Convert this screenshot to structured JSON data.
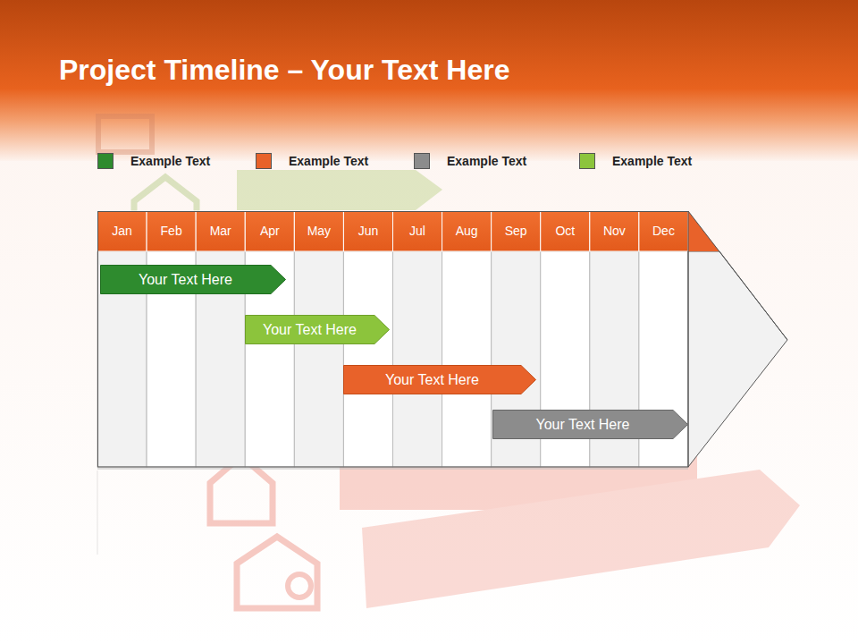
{
  "diagram": {
    "title": "Project Timeline – Your Text Here",
    "nodes": [
      {
        "text": [
          "Your Text Here"
        ]
      },
      {
        "text": [
          "Your Text Here"
        ]
      },
      {
        "text": [
          "Your Text Here"
        ]
      },
      {
        "text": [
          "Your Text Here"
        ]
      }
    ],
    "labels": [
      "Jan",
      "Feb",
      "Mar",
      "Apr",
      "May",
      "Jun",
      "Jul",
      "Aug",
      "Sep",
      "Oct",
      "Nov",
      "Dec"
    ],
    "legend": [
      {
        "text": "Example Text",
        "color": "#2e8b2e"
      },
      {
        "text": "Example Text",
        "color": "#e8622a"
      },
      {
        "text": "Example Text",
        "color": "#8c8c8c"
      },
      {
        "text": "Example Text",
        "color": "#8cc43c"
      }
    ]
  }
}
